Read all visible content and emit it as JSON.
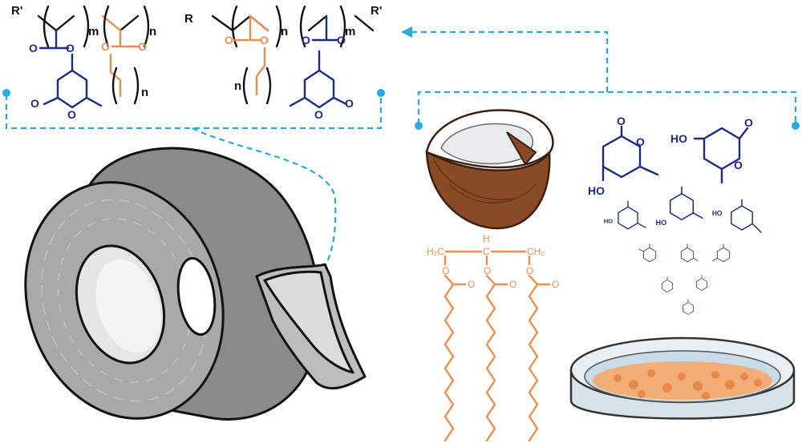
{
  "polymer": {
    "end_group_left": "R'",
    "end_group_right": "R'",
    "linker": "R",
    "sub_m_left": "m",
    "sub_n_1": "n",
    "sub_n_2": "n",
    "sub_m_right": "m",
    "side_chain_n_left": "n",
    "side_chain_n_right": "n",
    "atom_O": "O"
  },
  "triglyceride": {
    "ch2_left": "H₂C",
    "ch_middle": "H",
    "ch_middle_c": "C",
    "ch2_right": "CH₂",
    "oxygen": "O"
  },
  "pyrone": {
    "ho_label": "HO",
    "o_label": "O"
  },
  "colors": {
    "polymer_backbone": "#111111",
    "lactone_monomer": "#1b2a84",
    "fatty_acrylate": "#f28c4b",
    "connector": "#2aa8e0",
    "tape": "#9a9a9a"
  },
  "icons": [
    "duct-tape-roll-icon",
    "coconut-icon",
    "petri-dish-icon"
  ]
}
